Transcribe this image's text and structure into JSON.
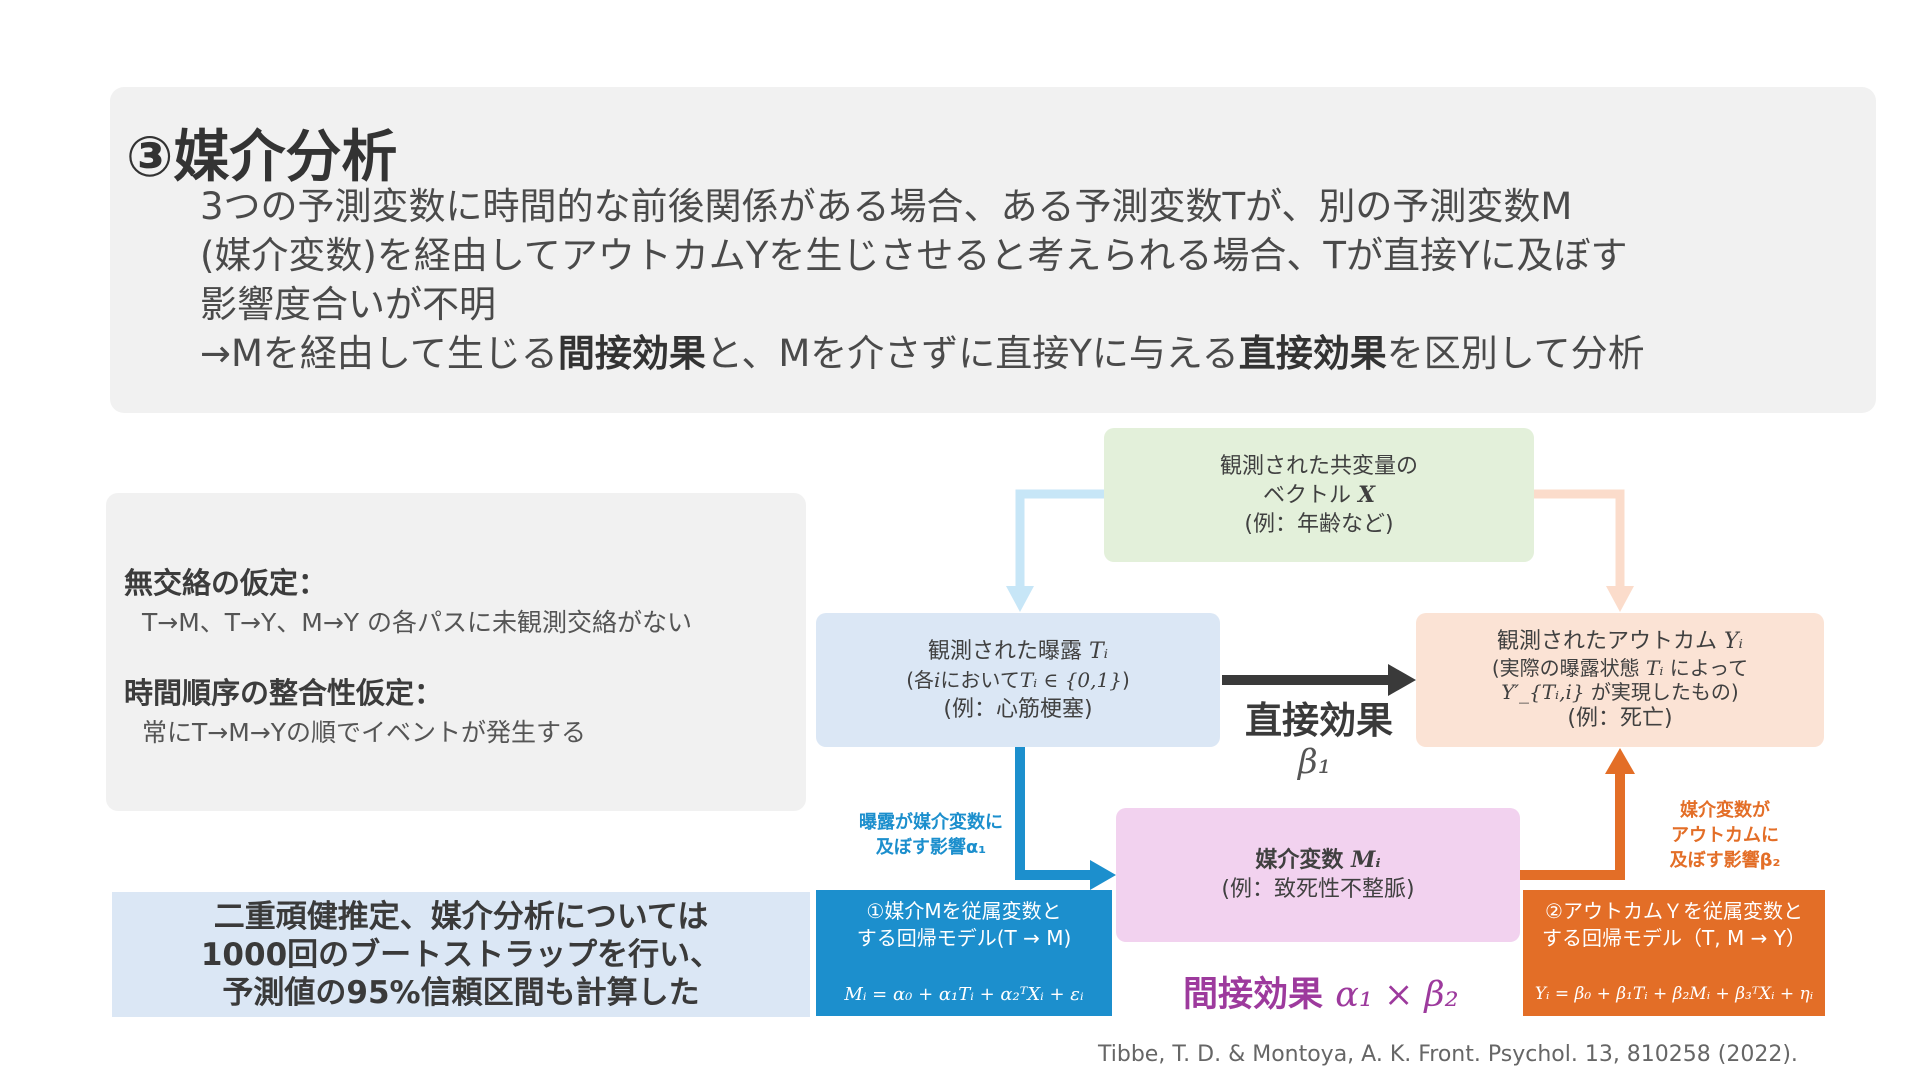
{
  "title": "③媒介分析",
  "description": {
    "line1": "3つの予測変数に時間的な前後関係がある場合、ある予測変数Tが、別の予測変数M",
    "line2": "(媒介変数)を経由してアウトカムYを生じさせると考えられる場合、Tが直接Yに及ぼす",
    "line3": "影響度合いが不明",
    "line4_a": "→Mを経由して生じる",
    "line4_b": "間接効果",
    "line4_c": "と、Mを介さずに直接Yに与える",
    "line4_d": "直接効果",
    "line4_e": "を区別して分析"
  },
  "assumptions": {
    "no_confounding_heading": "無交絡の仮定：",
    "no_confounding_text": "T→M、T→Y、M→Y の各パスに未観測交絡がない",
    "temporal_heading": "時間順序の整合性仮定：",
    "temporal_text": "常にT→M→Yの順でイベントが発生する"
  },
  "note": {
    "line1": "二重頑健推定、媒介分析については",
    "line2": "1000回のブートストラップを行い、",
    "line3": "予測値の95%信頼区間も計算した"
  },
  "diagram": {
    "covariate": {
      "line1": "観測された共変量の",
      "line2_text": "ベクトル ",
      "line2_math": "X",
      "line3": "(例：年齢など)"
    },
    "exposure": {
      "line1_text": "観測された曝露 ",
      "line1_math": "Tᵢ",
      "line2_a": "(各",
      "line2_i": "i",
      "line2_b": "において",
      "line2_math": "Tᵢ ∈ {0,1}",
      "line2_c": ")",
      "line3": "(例：心筋梗塞)"
    },
    "outcome": {
      "line1_text": "観測されたアウトカム ",
      "line1_math": "Yᵢ",
      "line2_a": "(実際の曝露状態 ",
      "line2_math": "Tᵢ",
      "line2_b": " によって",
      "line3_math": "Y′_{Tᵢ,i}",
      "line3_text": " が実現したもの)",
      "line4": "(例：死亡)"
    },
    "mediator": {
      "line1_text": "媒介変数 ",
      "line1_math": "Mᵢ",
      "line2": "(例：致死性不整脈)"
    },
    "direct_effect_label": "直接効果",
    "direct_effect_symbol": "β₁",
    "alpha_label_line1": "曝露が媒介変数に",
    "alpha_label_line2": "及ぼす影響α₁",
    "beta2_label_line1": "媒介変数が",
    "beta2_label_line2": "アウトカムに",
    "beta2_label_line3": "及ぼす影響β₂",
    "indirect_effect_label": "間接効果 ",
    "indirect_effect_symbol": "α₁ × β₂",
    "model1": {
      "line1": "①媒介Mを従属変数と",
      "line2": "する回帰モデル(T → M)",
      "equation": "Mᵢ = α₀ + α₁Tᵢ + α₂ᵀXᵢ + εᵢ"
    },
    "model2": {
      "line1": "②アウトカムＹを従属変数と",
      "line2": "する回帰モデル（T, M → Y）",
      "equation": "Yᵢ = β₀ + β₁Tᵢ + β₂Mᵢ + β₃ᵀXᵢ + ηᵢ"
    }
  },
  "citation": "Tibbe, T. D. & Montoya, A. K. Front. Psychol. 13, 810258 (2022).",
  "colors": {
    "exposure_arrow": "#1c8fcd",
    "outcome_arrow": "#e36e27",
    "direct_arrow": "#3a3a3a",
    "indirect": "#9d3a9d"
  }
}
